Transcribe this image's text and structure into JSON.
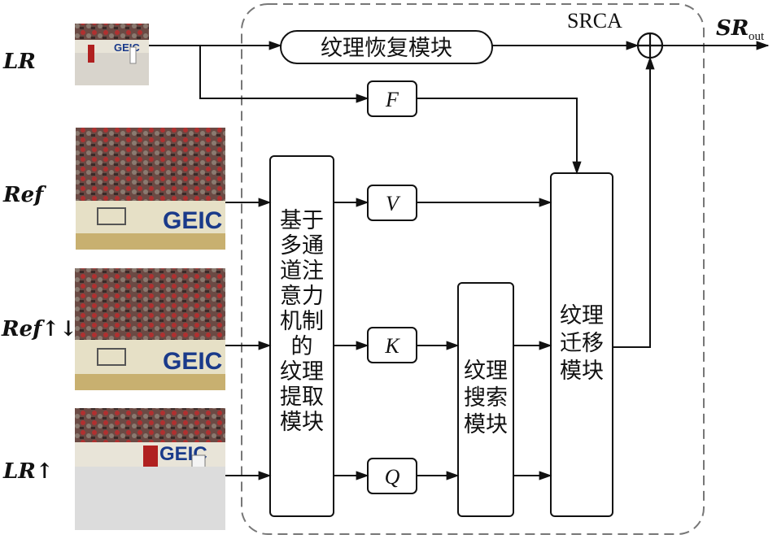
{
  "inputs": {
    "lr": "LR",
    "ref": "Ref",
    "ref_updown": "Ref↑↓",
    "lr_up": "LR↑"
  },
  "module_title": "SRCA",
  "output": {
    "main": "SR",
    "sub": "out"
  },
  "blocks": {
    "texture_restore": "纹理恢复模块",
    "extract_lines": [
      "基于",
      "多通",
      "道注",
      "意力",
      "机制",
      "的",
      "纹理",
      "提取",
      "模块"
    ],
    "search_lines": [
      "纹理",
      "搜索",
      "模块"
    ],
    "transfer_lines": [
      "纹理",
      "迁移",
      "模块"
    ],
    "f": "F",
    "v": "V",
    "k": "K",
    "q": "Q"
  },
  "colors": {
    "sky": "#9a8a7a",
    "ad_board": "#e8e0c0",
    "ice": "#dcdcdc",
    "crowd": "#5a3a35"
  }
}
